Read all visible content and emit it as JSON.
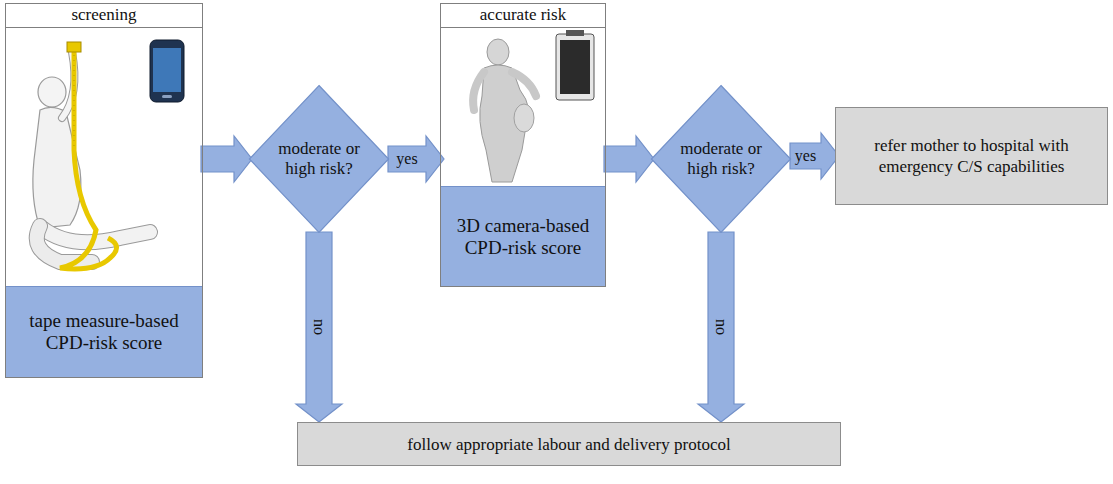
{
  "diagram": {
    "nodes": [
      {
        "text": [
          "screening",
          "tape measure-based CPD-risk score"
        ]
      },
      {
        "text": [
          "moderate or high risk?"
        ]
      },
      {
        "text": [
          "accurate risk",
          "3D camera-based CPD-risk score"
        ]
      },
      {
        "text": [
          "moderate or high risk?"
        ]
      },
      {
        "text": [
          "refer mother to hospital with emergency C/S capabilities"
        ]
      },
      {
        "text": [
          "follow appropriate labour and delivery protocol"
        ]
      }
    ],
    "edges": [
      {
        "from": 0,
        "to": 1,
        "arrow": "to"
      },
      {
        "from": 1,
        "to": 2,
        "label": "yes",
        "arrow": "to"
      },
      {
        "from": 1,
        "to": 5,
        "label": "no",
        "arrow": "to"
      },
      {
        "from": 2,
        "to": 3,
        "arrow": "to"
      },
      {
        "from": 3,
        "to": 4,
        "label": "yes",
        "arrow": "to"
      },
      {
        "from": 3,
        "to": 5,
        "label": "no",
        "arrow": "to"
      }
    ]
  }
}
